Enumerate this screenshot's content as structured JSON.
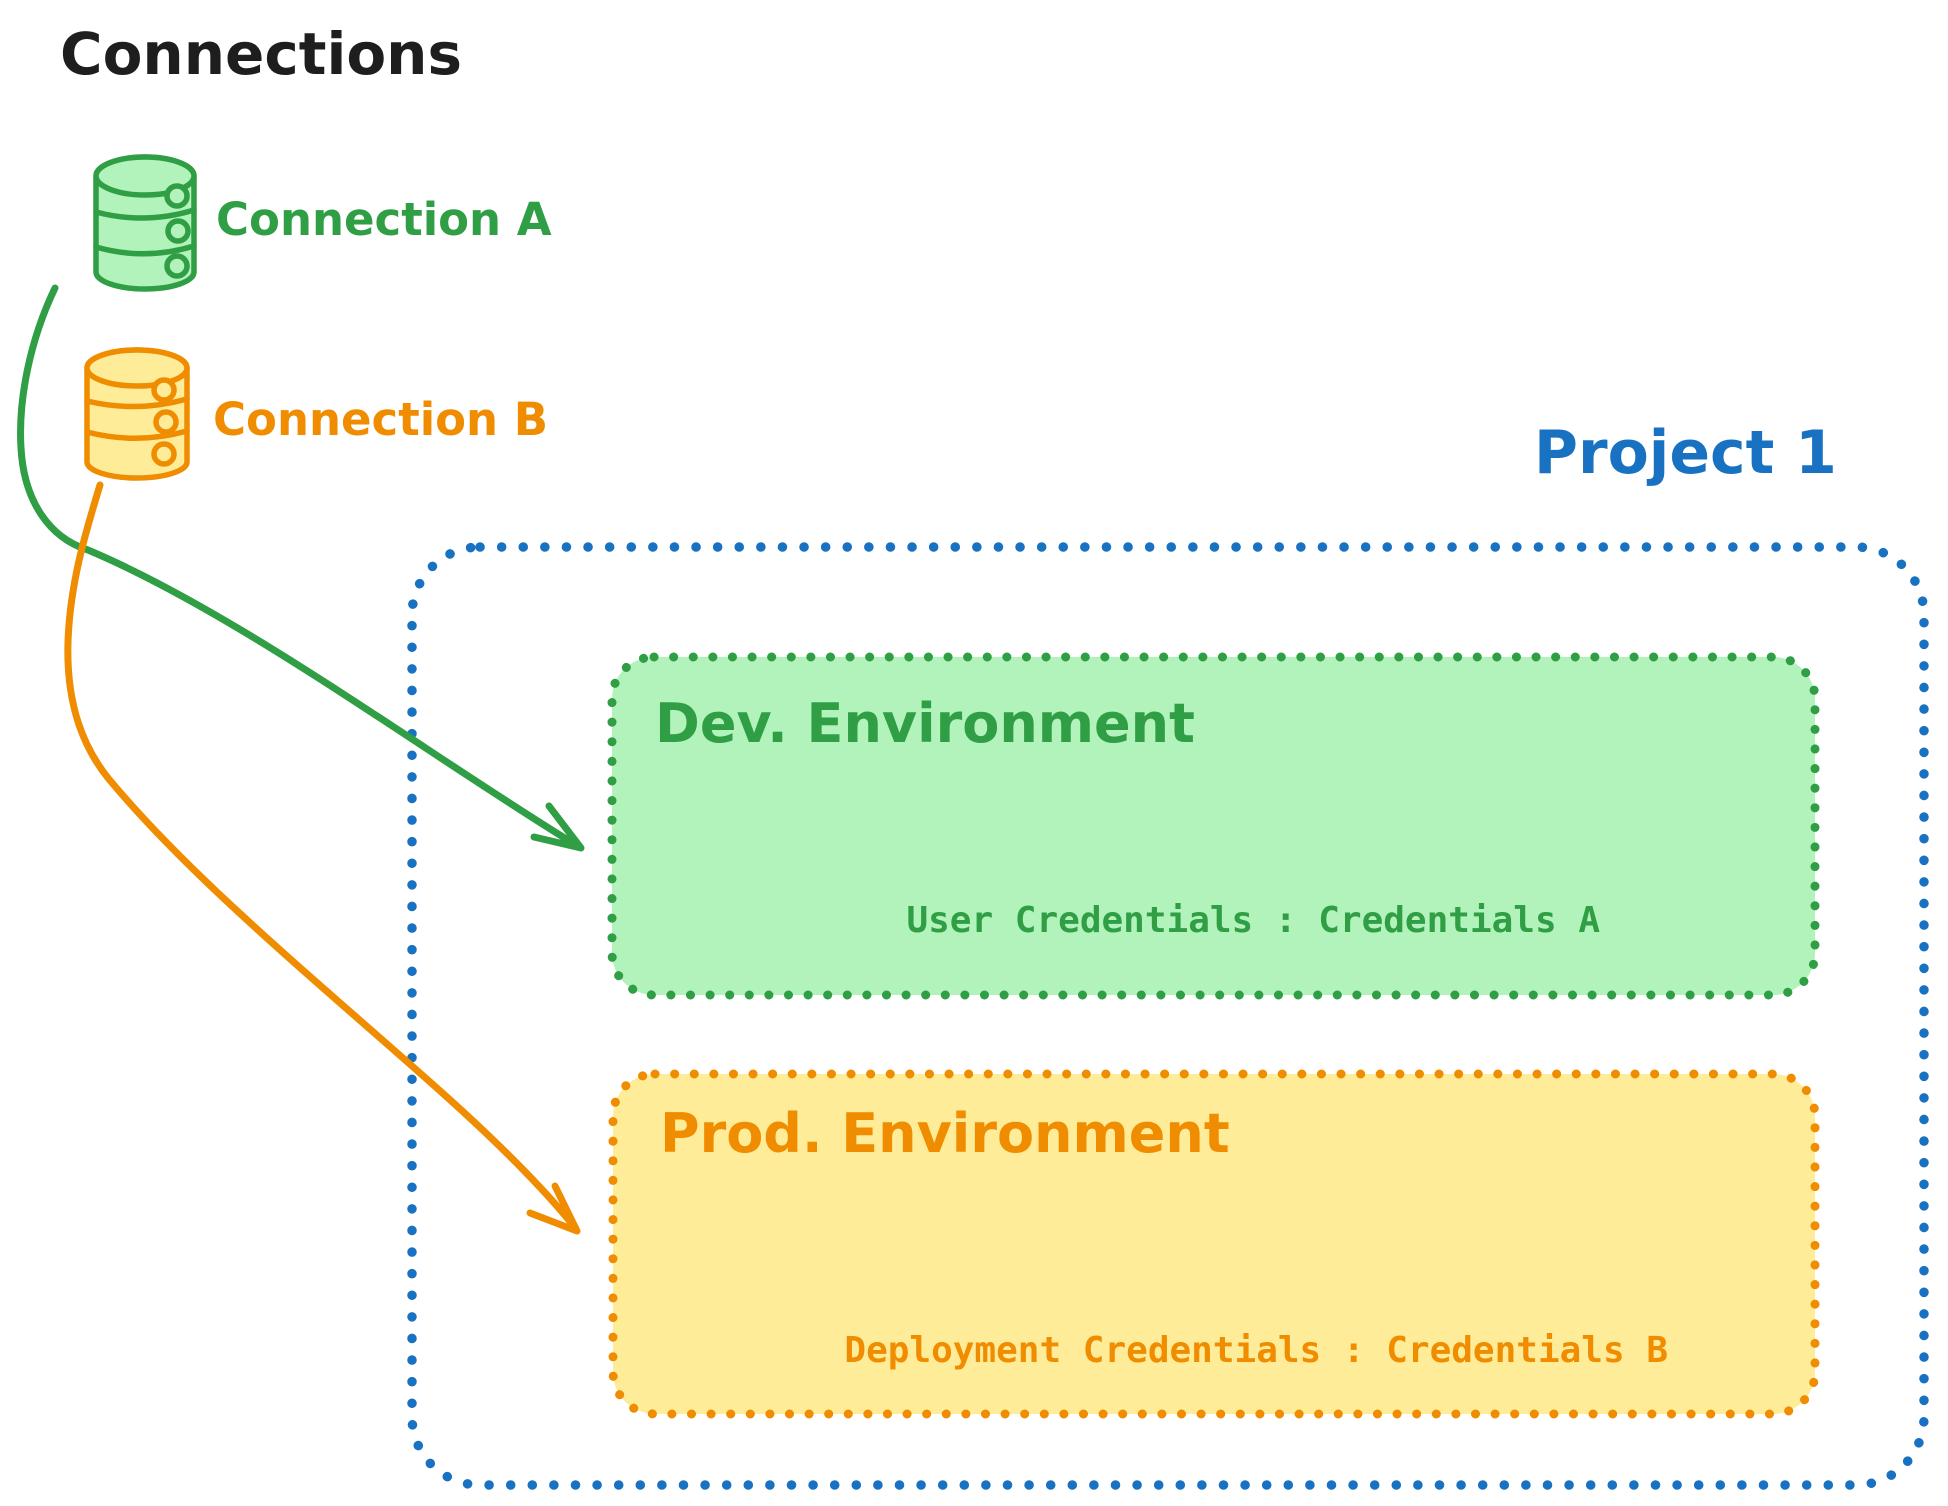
{
  "diagram": {
    "title": "Connections",
    "connections": [
      {
        "label": "Connection A",
        "icon": "database-icon",
        "color": "#2f9e44"
      },
      {
        "label": "Connection B",
        "icon": "database-icon",
        "color": "#f08c00"
      }
    ],
    "project": {
      "label": "Project 1",
      "environments": [
        {
          "name": "Dev. Environment",
          "credentials_label": "User Credentials : Credentials A"
        },
        {
          "name": "Prod. Environment",
          "credentials_label": "Deployment Credentials : Credentials B"
        }
      ]
    },
    "arrows": [
      {
        "name": "connection-a-to-dev-environment",
        "color": "#2f9e44"
      },
      {
        "name": "connection-b-to-prod-environment",
        "color": "#f08c00"
      }
    ]
  },
  "colors": {
    "black": "#1e1e1e",
    "green": "#2f9e44",
    "green_fill": "#b2f2bb",
    "orange": "#f08c00",
    "orange_fill": "#ffec99",
    "blue": "#1971c2",
    "background": "#ffffff"
  }
}
